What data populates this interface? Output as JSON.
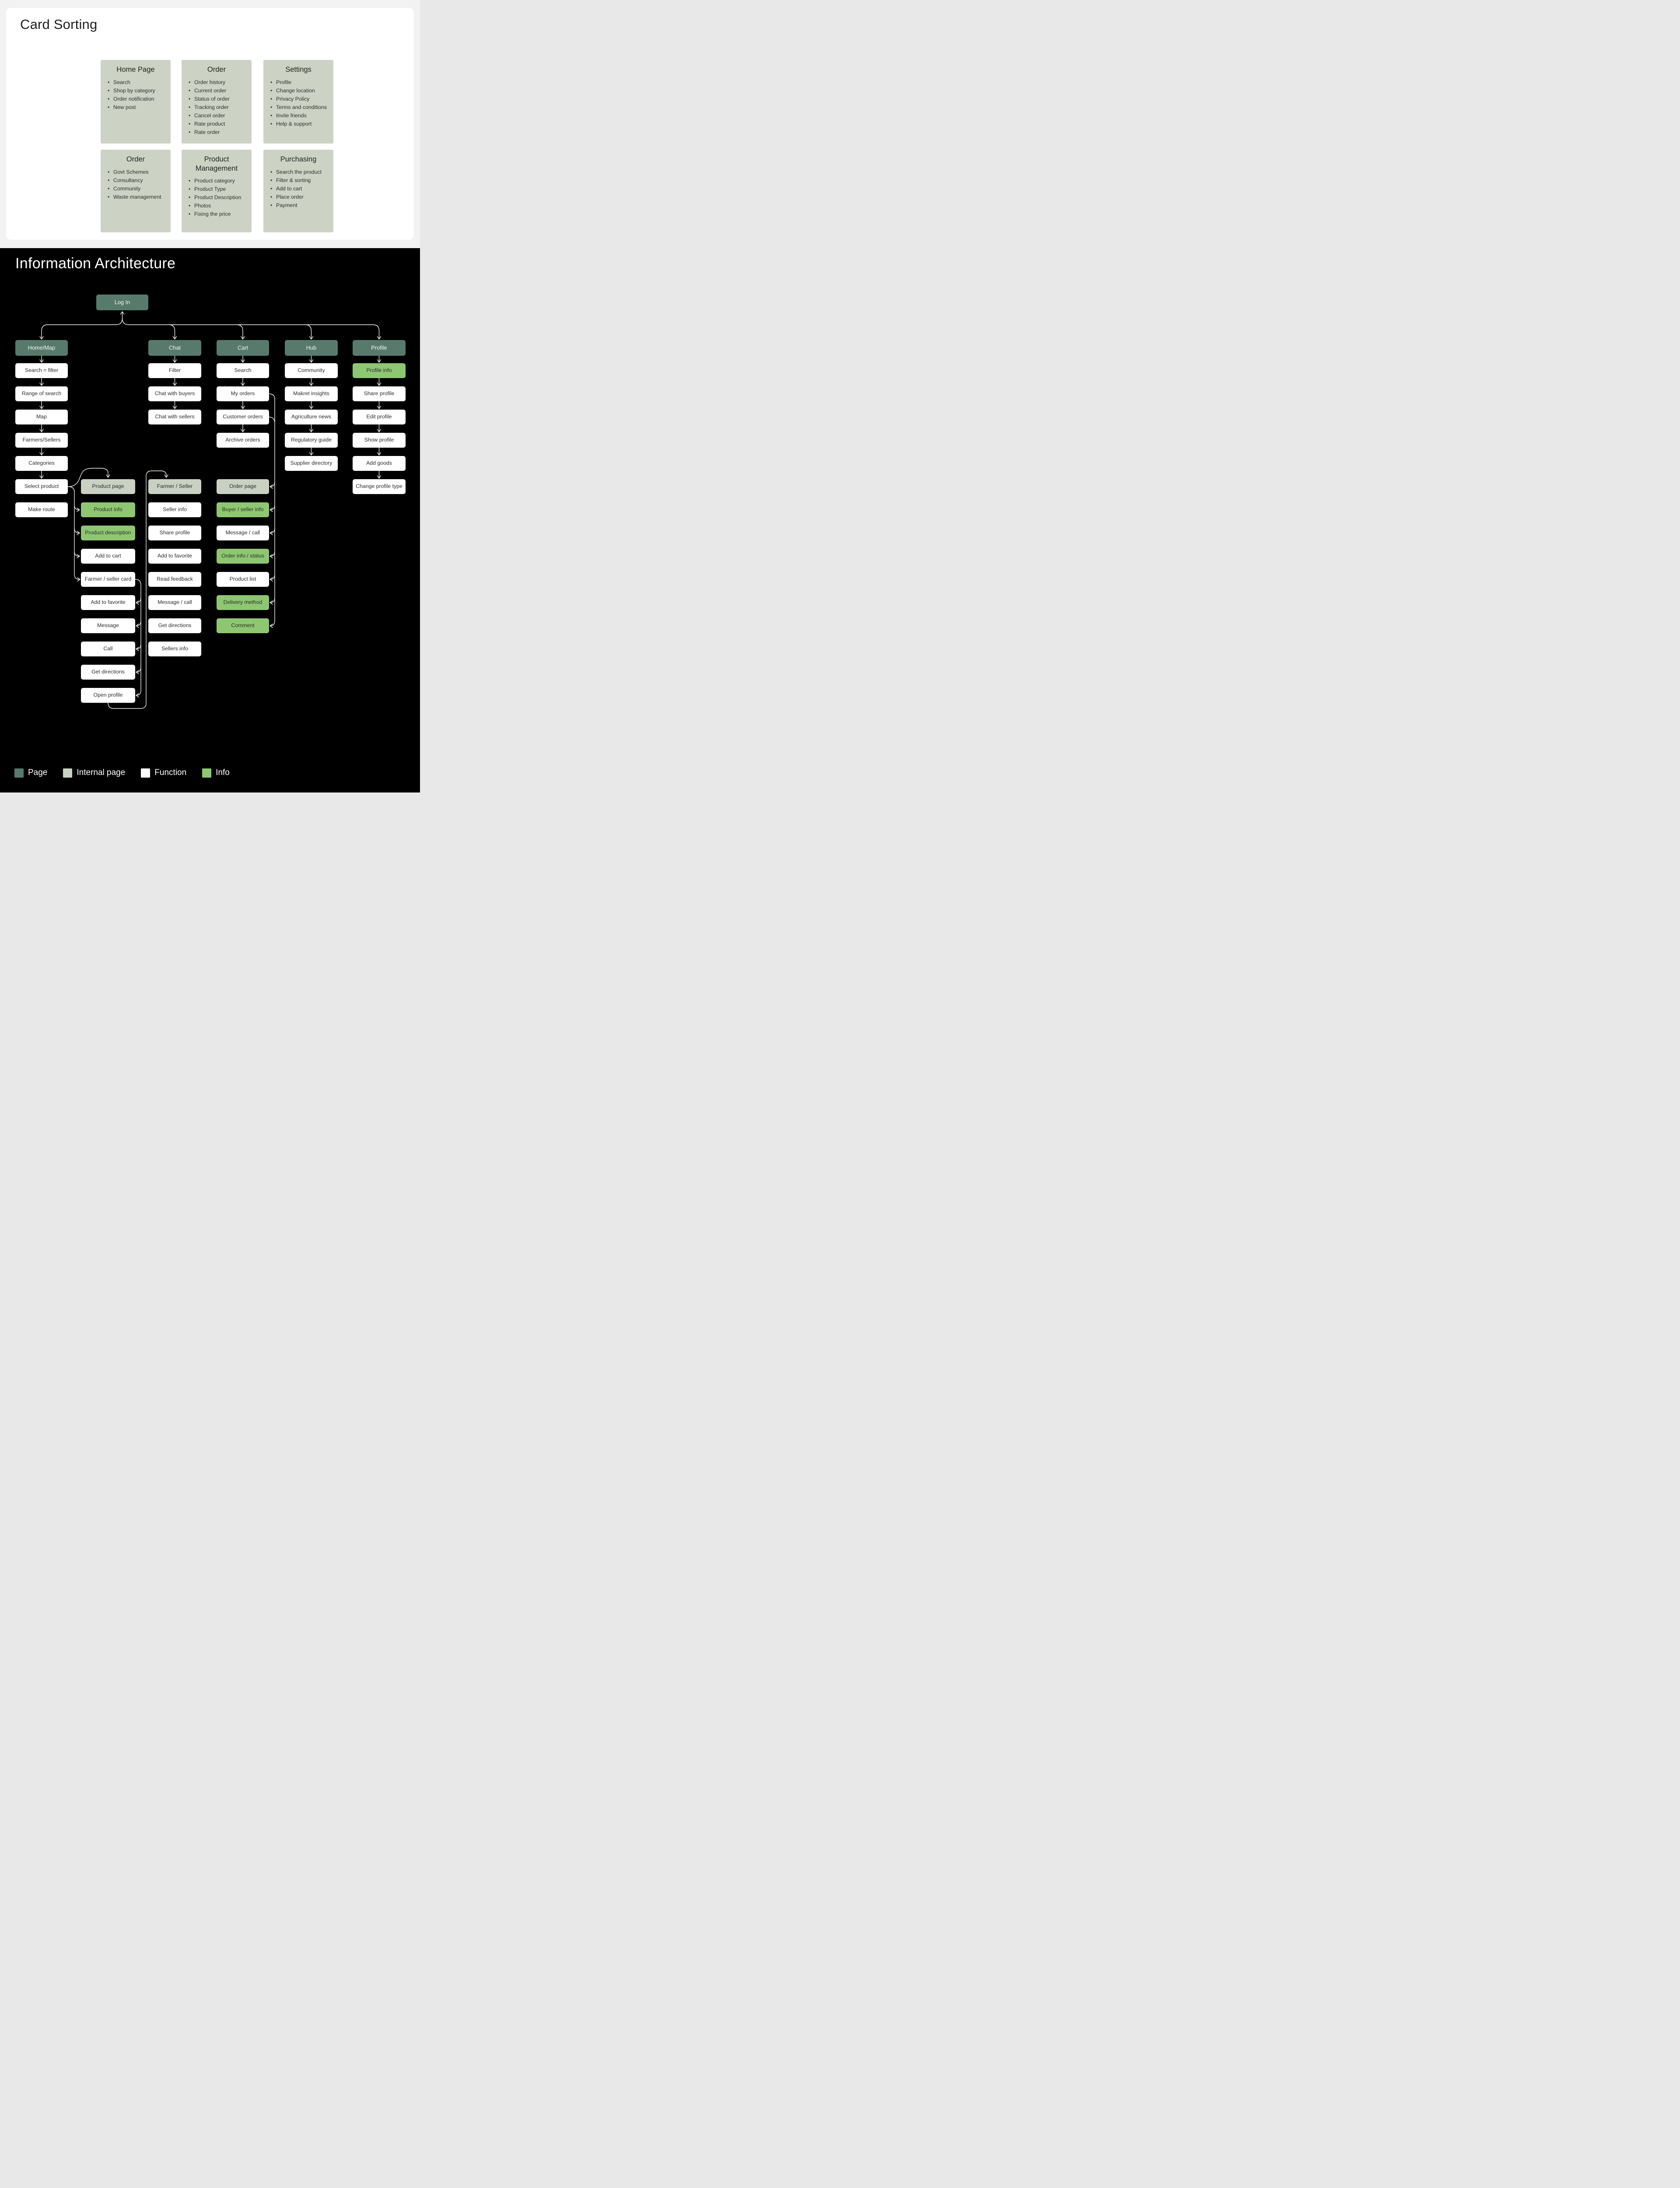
{
  "colors": {
    "page": "#577a6d",
    "internal": "#c9d1c3",
    "function": "#ffffff",
    "info": "#8ec771",
    "canvas_top": "#f2f2f2",
    "panel": "#ffffff",
    "sort_card": "#ccd3c5",
    "ia_background": "#000000",
    "connector": "#e8ece3"
  },
  "card_sorting": {
    "title": "Card Sorting",
    "cards": [
      {
        "title": "Home Page",
        "items": [
          "Search",
          "Shop by category",
          "Order notification",
          "New post"
        ]
      },
      {
        "title": "Order",
        "items": [
          "Order history",
          "Current order",
          "Status of order",
          "Tracking order",
          "Cancel order",
          "Rate product",
          "Rate order"
        ]
      },
      {
        "title": "Settings",
        "items": [
          "Profile",
          "Change location",
          "Privacy Policy",
          "Terms and conditions",
          "Invite friends",
          "Help & support"
        ]
      },
      {
        "title": "Order",
        "items": [
          "Govt Schemes",
          "Consultancy",
          "Community",
          "Waste management"
        ]
      },
      {
        "title": "Product Management",
        "items": [
          "Product category",
          "Product Type",
          "Product Description",
          "Photos",
          "Fixing the price"
        ]
      },
      {
        "title": "Purchasing",
        "items": [
          "Search the product",
          "Filter & sorting",
          "Add to cart",
          "Place order",
          "Payment"
        ]
      }
    ]
  },
  "information_architecture": {
    "title": "Information Architecture",
    "root": {
      "label": "Log In",
      "type": "page"
    },
    "columns": [
      {
        "id": "home-map",
        "header": {
          "label": "Home/Map",
          "type": "page"
        },
        "items": [
          {
            "label": "Search = filter",
            "type": "function"
          },
          {
            "label": "Range of search",
            "type": "function"
          },
          {
            "label": "Map",
            "type": "function"
          },
          {
            "label": "Farmers/Sellers",
            "type": "function"
          },
          {
            "label": "Categories",
            "type": "function"
          },
          {
            "label": "Select product",
            "type": "function"
          },
          {
            "label": "Make route",
            "type": "function",
            "link": false
          }
        ]
      },
      {
        "id": "chat",
        "header": {
          "label": "Chat",
          "type": "page"
        },
        "items": [
          {
            "label": "Filter",
            "type": "function"
          },
          {
            "label": "Chat with buyers",
            "type": "function"
          },
          {
            "label": "Chat with sellers",
            "type": "function"
          }
        ]
      },
      {
        "id": "cart",
        "header": {
          "label": "Cart",
          "type": "page"
        },
        "items": [
          {
            "label": "Search",
            "type": "function"
          },
          {
            "label": "My orders",
            "type": "function"
          },
          {
            "label": "Customer orders",
            "type": "function"
          },
          {
            "label": "Archive orders",
            "type": "function"
          }
        ]
      },
      {
        "id": "hub",
        "header": {
          "label": "Hub",
          "type": "page"
        },
        "items": [
          {
            "label": "Community",
            "type": "function"
          },
          {
            "label": "Makret insights",
            "type": "function"
          },
          {
            "label": "Agriculture news",
            "type": "function"
          },
          {
            "label": "Regulatory guide",
            "type": "function"
          },
          {
            "label": "Supplier directory",
            "type": "function"
          }
        ]
      },
      {
        "id": "profile",
        "header": {
          "label": "Profile",
          "type": "page"
        },
        "items": [
          {
            "label": "Profile info",
            "type": "info"
          },
          {
            "label": "Share profile",
            "type": "function"
          },
          {
            "label": "Edit profile",
            "type": "function"
          },
          {
            "label": "Show profile",
            "type": "function"
          },
          {
            "label": "Add goods",
            "type": "function"
          },
          {
            "label": "Change profile type",
            "type": "function"
          }
        ]
      }
    ],
    "subcolumns": [
      {
        "id": "product-page",
        "header": {
          "label": "Product page",
          "type": "internal"
        },
        "items": [
          {
            "label": "Product info",
            "type": "info"
          },
          {
            "label": "Product description",
            "type": "info"
          },
          {
            "label": "Add to cart",
            "type": "function"
          },
          {
            "label": "Farmer / seller card",
            "type": "function"
          },
          {
            "label": "Add to favorite",
            "type": "function"
          },
          {
            "label": "Message",
            "type": "function"
          },
          {
            "label": "Call",
            "type": "function"
          },
          {
            "label": "Get directions",
            "type": "function"
          },
          {
            "label": "Open profile",
            "type": "function"
          }
        ]
      },
      {
        "id": "farmer-seller",
        "header": {
          "label": "Farmer / Seller",
          "type": "internal"
        },
        "items": [
          {
            "label": "Seller info",
            "type": "function"
          },
          {
            "label": "Share profile",
            "type": "function"
          },
          {
            "label": "Add to favorite",
            "type": "function"
          },
          {
            "label": "Read feedback",
            "type": "function"
          },
          {
            "label": "Message / call",
            "type": "function"
          },
          {
            "label": "Get directions",
            "type": "function"
          },
          {
            "label": "Sellers info",
            "type": "function"
          }
        ]
      },
      {
        "id": "order-page",
        "header": {
          "label": "Order page",
          "type": "internal"
        },
        "items": [
          {
            "label": "Buyer / seller info",
            "type": "info"
          },
          {
            "label": "Message / call",
            "type": "function"
          },
          {
            "label": "Order info / status",
            "type": "info"
          },
          {
            "label": "Product list",
            "type": "function"
          },
          {
            "label": "Delivery method",
            "type": "info"
          },
          {
            "label": "Comment",
            "type": "info"
          }
        ]
      }
    ],
    "legend": [
      {
        "label": "Page",
        "type": "page"
      },
      {
        "label": "Internal page",
        "type": "internal"
      },
      {
        "label": "Function",
        "type": "function"
      },
      {
        "label": "Info",
        "type": "info"
      }
    ]
  }
}
